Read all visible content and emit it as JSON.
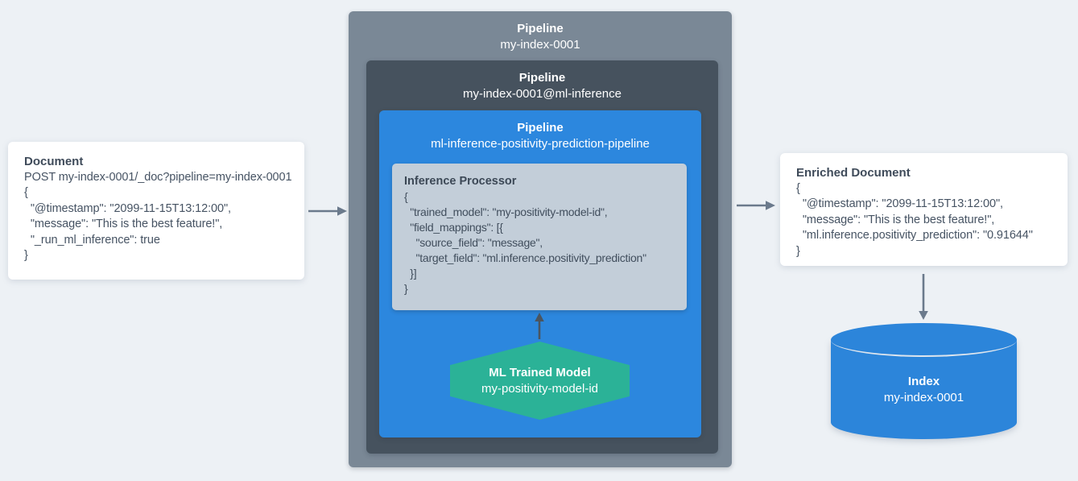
{
  "document_card": {
    "title": "Document",
    "lines": [
      "POST my-index-0001/_doc?pipeline=my-index-0001",
      "{",
      "  \"@timestamp\": \"2099-11-15T13:12:00\",",
      "  \"message\": \"This is the best feature!\",",
      "  \"_run_ml_inference\": true",
      "}"
    ]
  },
  "pipeline_outer": {
    "title": "Pipeline",
    "name": "my-index-0001"
  },
  "pipeline_mid": {
    "title": "Pipeline",
    "name": "my-index-0001@ml-inference"
  },
  "pipeline_inner": {
    "title": "Pipeline",
    "name": "ml-inference-positivity-prediction-pipeline"
  },
  "inference_processor": {
    "title": "Inference Processor",
    "lines": [
      "{",
      "  \"trained_model\": \"my-positivity-model-id\",",
      "  \"field_mappings\": [{",
      "    \"source_field\": \"message\",",
      "    \"target_field\": \"ml.inference.positivity_prediction\"",
      "  }]",
      "}"
    ]
  },
  "ml_model": {
    "title": "ML Trained Model",
    "name": "my-positivity-model-id"
  },
  "enriched_card": {
    "title": "Enriched Document",
    "lines": [
      "{",
      "  \"@timestamp\": \"2099-11-15T13:12:00\",",
      "  \"message\": \"This is the best feature!\",",
      "  \"ml.inference.positivity_prediction\": \"0.91644\"",
      "}"
    ]
  },
  "index_cylinder": {
    "title": "Index",
    "name": "my-index-0001"
  },
  "colors": {
    "background": "#edf1f5",
    "pipeline_outer": "#7a8896",
    "pipeline_mid": "#46525e",
    "pipeline_inner": "#2c87de",
    "processor_panel": "#c3ced9",
    "model_hexagon": "#2bb297",
    "index_cylinder": "#2c85da",
    "arrow_gray": "#6b7a8c",
    "arrow_dark": "#4a5560",
    "text_dark": "#3f4b5a"
  }
}
